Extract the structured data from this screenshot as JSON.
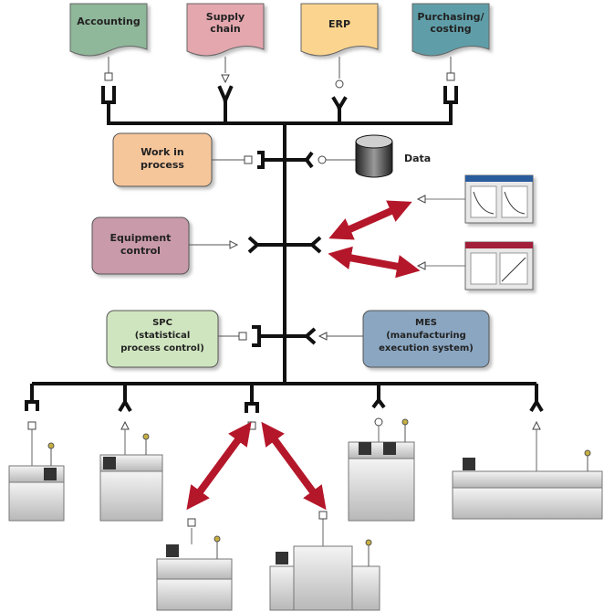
{
  "systems": {
    "accounting": "Accounting",
    "supply_chain": [
      "Supply",
      "chain"
    ],
    "erp": "ERP",
    "purchasing": [
      "Purchasing/",
      "costing"
    ]
  },
  "modules": {
    "work_in_process": [
      "Work in",
      "process"
    ],
    "data": "Data",
    "equipment_control": [
      "Equipment",
      "control"
    ],
    "spc": [
      "SPC",
      "(statistical",
      "process control)"
    ],
    "mes": [
      "MES",
      "(manufacturing",
      "execution system)"
    ]
  },
  "colors": {
    "accounting": "#8fb79a",
    "supply_chain": "#e4a7ae",
    "erp": "#fbd48f",
    "purchasing": "#5f9ea8",
    "work_in_process": "#f6c69b",
    "equipment_control": "#c99aa9",
    "spc": "#cfe5bf",
    "mes": "#8aa6c1",
    "bus": "#111111",
    "arrow": "#b5172a"
  }
}
